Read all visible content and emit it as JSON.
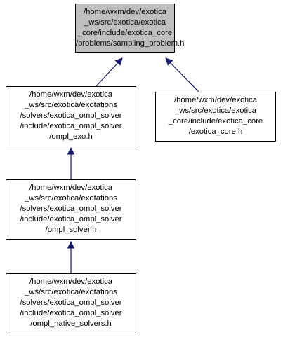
{
  "colors": {
    "edge": "#191970",
    "highlight_fill": "#bfbfbf",
    "node_fill": "#ffffff",
    "border": "#000000"
  },
  "nodes": {
    "sampling_problem": {
      "lines": [
        "/home/wxm/dev/exotica",
        "_ws/src/exotica/exotica",
        "_core/include/exotica_core",
        "/problems/sampling_problem.h"
      ],
      "highlighted": true
    },
    "ompl_exo": {
      "lines": [
        "/home/wxm/dev/exotica",
        "_ws/src/exotica/exotations",
        "/solvers/exotica_ompl_solver",
        "/include/exotica_ompl_solver",
        "/ompl_exo.h"
      ]
    },
    "exotica_core": {
      "lines": [
        "/home/wxm/dev/exotica",
        "_ws/src/exotica/exotica",
        "_core/include/exotica_core",
        "/exotica_core.h"
      ]
    },
    "ompl_solver": {
      "lines": [
        "/home/wxm/dev/exotica",
        "_ws/src/exotica/exotations",
        "/solvers/exotica_ompl_solver",
        "/include/exotica_ompl_solver",
        "/ompl_solver.h"
      ]
    },
    "ompl_native_solvers": {
      "lines": [
        "/home/wxm/dev/exotica",
        "_ws/src/exotica/exotations",
        "/solvers/exotica_ompl_solver",
        "/include/exotica_ompl_solver",
        "/ompl_native_solvers.h"
      ]
    }
  },
  "edges": [
    {
      "from": "ompl_exo",
      "to": "sampling_problem"
    },
    {
      "from": "exotica_core",
      "to": "sampling_problem"
    },
    {
      "from": "ompl_solver",
      "to": "ompl_exo"
    },
    {
      "from": "ompl_native_solvers",
      "to": "ompl_solver"
    }
  ]
}
